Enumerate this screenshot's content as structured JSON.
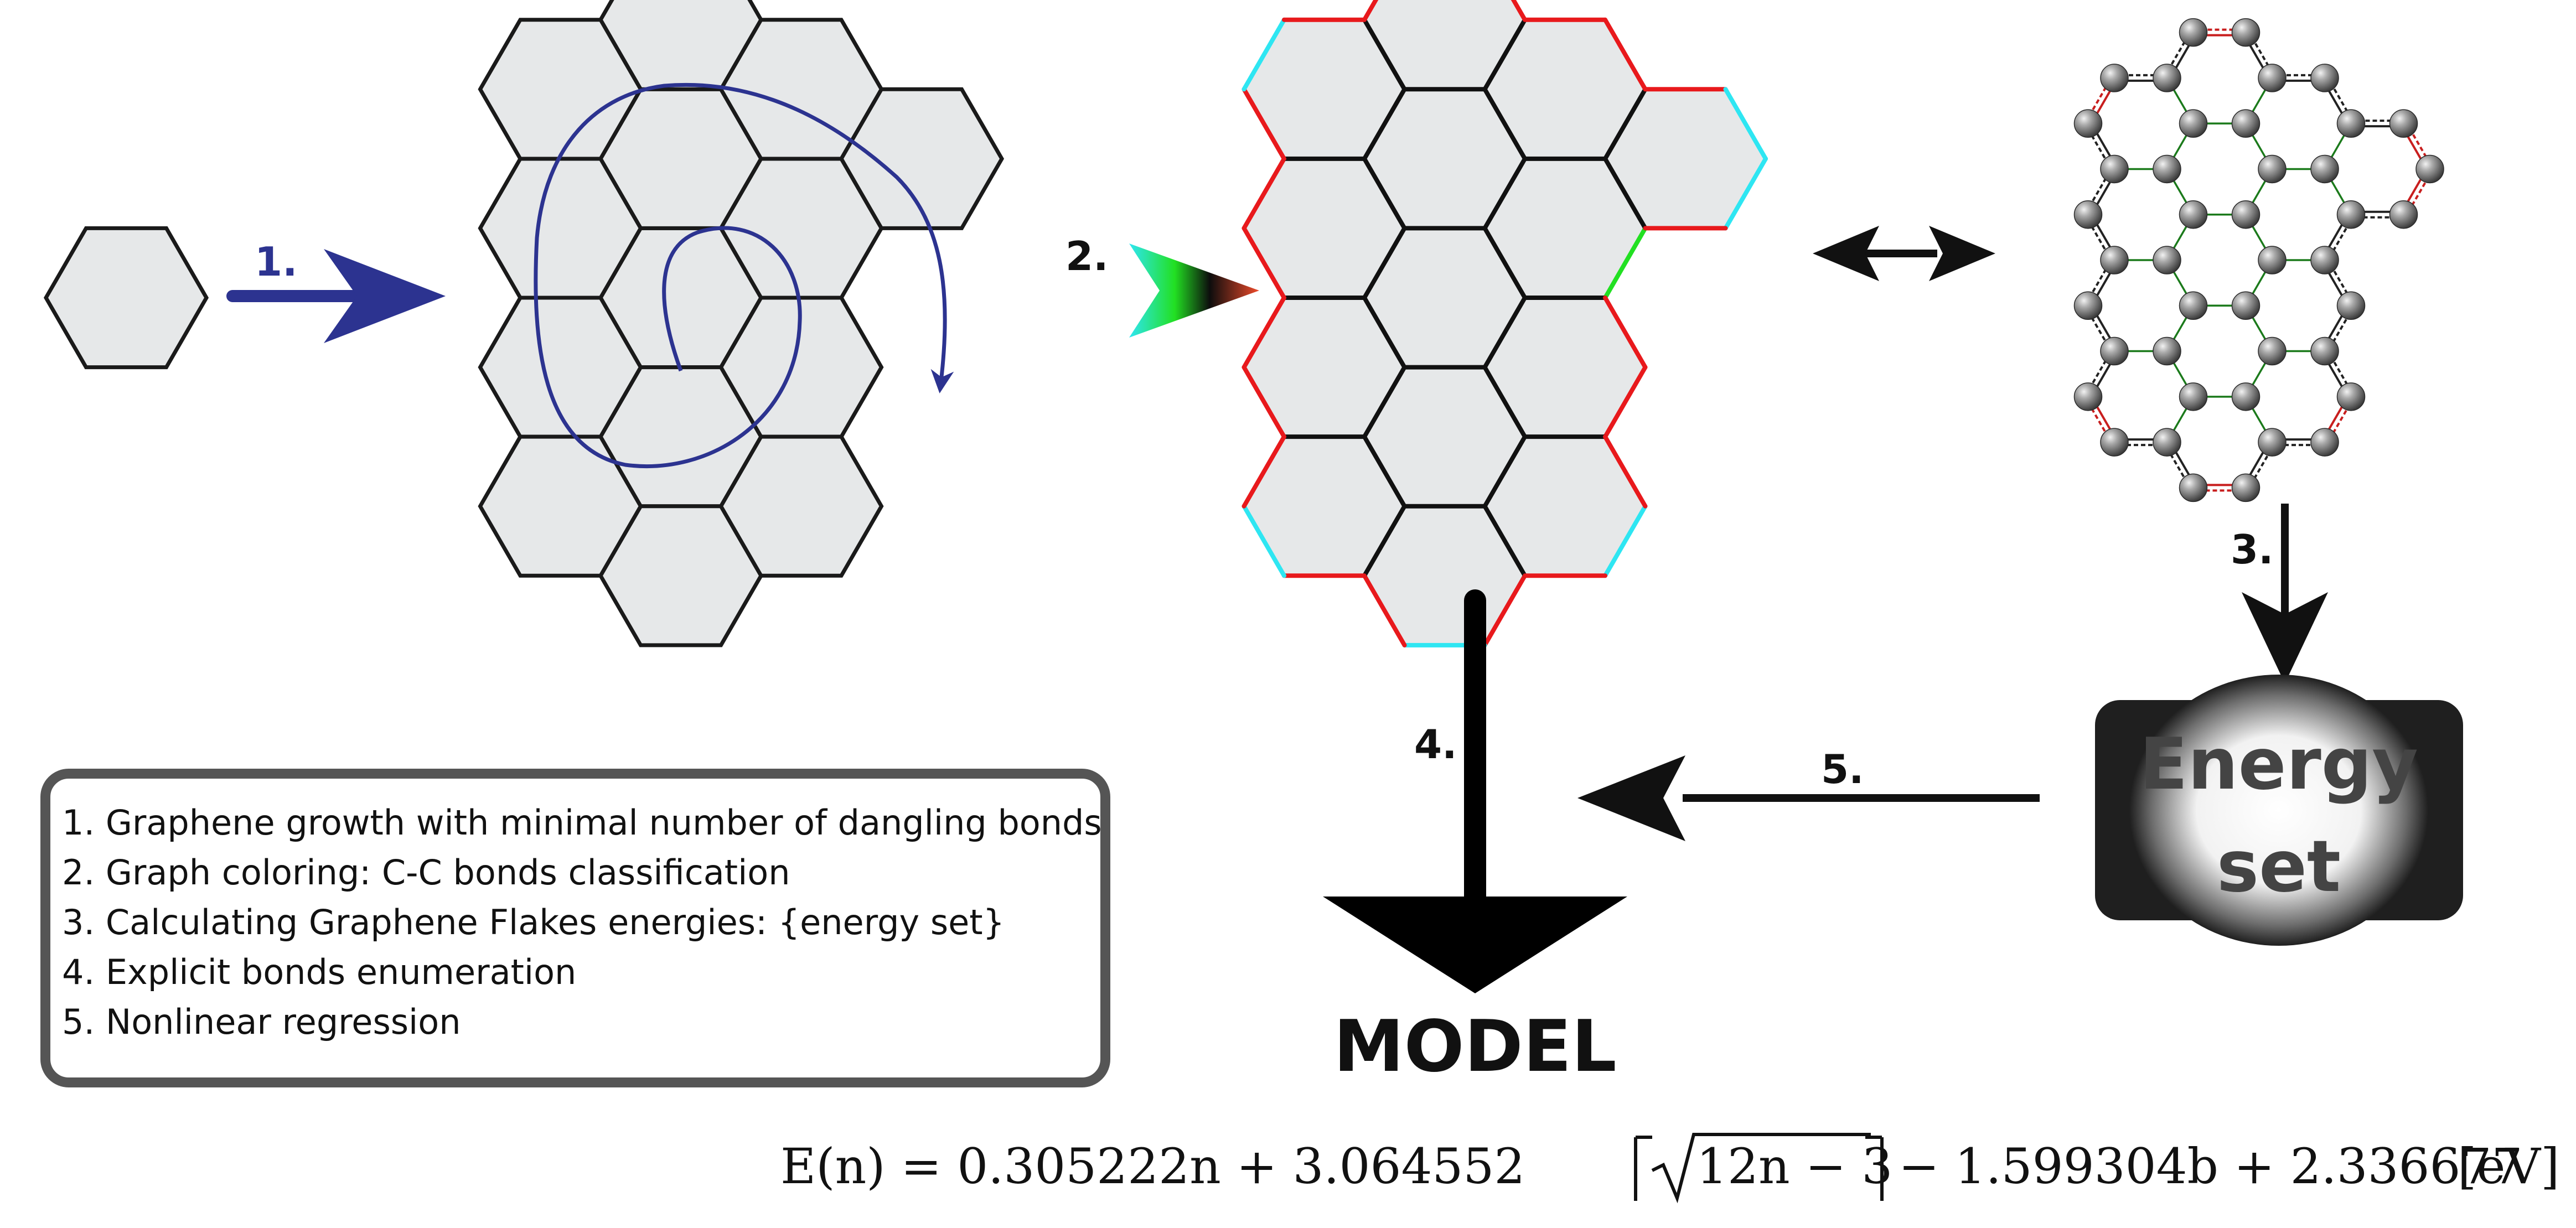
{
  "steps": {
    "s1": "1.",
    "s2": "2.",
    "s3": "3.",
    "s4": "4.",
    "s5": "5."
  },
  "legend": {
    "items": [
      "1. Graphene growth with minimal number of dangling bonds",
      "2. Graph coloring: C-C bonds classification",
      "3. Calculating Graphene Flakes energies: {energy set}",
      "4. Explicit bonds enumeration",
      "5. Nonlinear regression"
    ]
  },
  "energy_box": {
    "line1": "Energy",
    "line2": "set"
  },
  "model": {
    "label": "MODEL"
  },
  "equation": {
    "lhs": "E(n) = 0.305222n + 3.064552",
    "radicand": "12n − 3",
    "rhs": "− 1.599304b + 2.336677",
    "unit": "[eV]"
  },
  "colors": {
    "hex_fill": "#e6e8e9",
    "hex_stroke": "#1a1a1a",
    "arrow_blue": "#2c3390",
    "spiral": "#2c3390",
    "bond_red": "#e8191c",
    "bond_green": "#22e022",
    "bond_cyan": "#2ee6f2",
    "bond_black": "#111111",
    "atom_gray": "#808080",
    "legend_border": "#555555",
    "energy_bg": "#1f1f1f"
  },
  "icons": {
    "atom": "carbon-atom-sphere",
    "arrow": "process-arrow"
  }
}
